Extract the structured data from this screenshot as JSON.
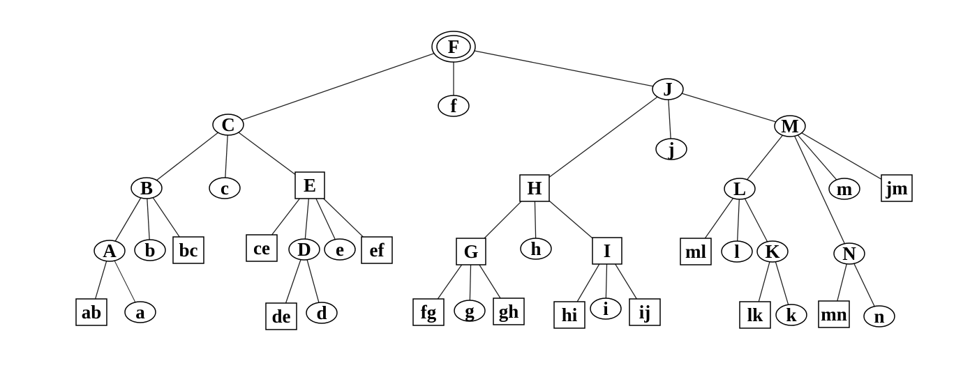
{
  "diagram": {
    "nodes": [
      {
        "id": "F",
        "label": "F",
        "shape": "double-ellipse"
      },
      {
        "id": "f",
        "label": "f",
        "shape": "ellipse"
      },
      {
        "id": "C",
        "label": "C",
        "shape": "ellipse"
      },
      {
        "id": "J",
        "label": "J",
        "shape": "ellipse"
      },
      {
        "id": "j",
        "label": "j",
        "shape": "ellipse"
      },
      {
        "id": "M",
        "label": "M",
        "shape": "ellipse"
      },
      {
        "id": "B",
        "label": "B",
        "shape": "ellipse"
      },
      {
        "id": "c",
        "label": "c",
        "shape": "ellipse"
      },
      {
        "id": "E",
        "label": "E",
        "shape": "box"
      },
      {
        "id": "H",
        "label": "H",
        "shape": "box"
      },
      {
        "id": "L",
        "label": "L",
        "shape": "ellipse"
      },
      {
        "id": "m",
        "label": "m",
        "shape": "ellipse"
      },
      {
        "id": "jm",
        "label": "jm",
        "shape": "box"
      },
      {
        "id": "A",
        "label": "A",
        "shape": "ellipse"
      },
      {
        "id": "b",
        "label": "b",
        "shape": "ellipse"
      },
      {
        "id": "bc",
        "label": "bc",
        "shape": "box"
      },
      {
        "id": "ce",
        "label": "ce",
        "shape": "box"
      },
      {
        "id": "D",
        "label": "D",
        "shape": "ellipse"
      },
      {
        "id": "e",
        "label": "e",
        "shape": "ellipse"
      },
      {
        "id": "ef",
        "label": "ef",
        "shape": "box"
      },
      {
        "id": "G",
        "label": "G",
        "shape": "box"
      },
      {
        "id": "h",
        "label": "h",
        "shape": "ellipse"
      },
      {
        "id": "I",
        "label": "I",
        "shape": "box"
      },
      {
        "id": "ml",
        "label": "ml",
        "shape": "box"
      },
      {
        "id": "l",
        "label": "l",
        "shape": "ellipse"
      },
      {
        "id": "K",
        "label": "K",
        "shape": "ellipse"
      },
      {
        "id": "N",
        "label": "N",
        "shape": "ellipse"
      },
      {
        "id": "ab",
        "label": "ab",
        "shape": "box"
      },
      {
        "id": "a",
        "label": "a",
        "shape": "ellipse"
      },
      {
        "id": "de",
        "label": "de",
        "shape": "box"
      },
      {
        "id": "d",
        "label": "d",
        "shape": "ellipse"
      },
      {
        "id": "fg",
        "label": "fg",
        "shape": "box"
      },
      {
        "id": "g",
        "label": "g",
        "shape": "ellipse"
      },
      {
        "id": "gh",
        "label": "gh",
        "shape": "box"
      },
      {
        "id": "hi",
        "label": "hi",
        "shape": "box"
      },
      {
        "id": "i",
        "label": "i",
        "shape": "ellipse"
      },
      {
        "id": "ij",
        "label": "ij",
        "shape": "box"
      },
      {
        "id": "lk",
        "label": "lk",
        "shape": "box"
      },
      {
        "id": "k",
        "label": "k",
        "shape": "ellipse"
      },
      {
        "id": "mn",
        "label": "mn",
        "shape": "box"
      },
      {
        "id": "n",
        "label": "n",
        "shape": "ellipse"
      }
    ],
    "edges": [
      [
        "F",
        "C"
      ],
      [
        "F",
        "f"
      ],
      [
        "F",
        "J"
      ],
      [
        "C",
        "B"
      ],
      [
        "C",
        "c"
      ],
      [
        "C",
        "E"
      ],
      [
        "J",
        "H"
      ],
      [
        "J",
        "j"
      ],
      [
        "J",
        "M"
      ],
      [
        "M",
        "L"
      ],
      [
        "M",
        "N"
      ],
      [
        "M",
        "m"
      ],
      [
        "M",
        "jm"
      ],
      [
        "B",
        "A"
      ],
      [
        "B",
        "b"
      ],
      [
        "B",
        "bc"
      ],
      [
        "A",
        "ab"
      ],
      [
        "A",
        "a"
      ],
      [
        "E",
        "ce"
      ],
      [
        "E",
        "D"
      ],
      [
        "E",
        "e"
      ],
      [
        "E",
        "ef"
      ],
      [
        "D",
        "de"
      ],
      [
        "D",
        "d"
      ],
      [
        "H",
        "G"
      ],
      [
        "H",
        "h"
      ],
      [
        "H",
        "I"
      ],
      [
        "G",
        "fg"
      ],
      [
        "G",
        "g"
      ],
      [
        "G",
        "gh"
      ],
      [
        "I",
        "hi"
      ],
      [
        "I",
        "i"
      ],
      [
        "I",
        "ij"
      ],
      [
        "L",
        "ml"
      ],
      [
        "L",
        "l"
      ],
      [
        "L",
        "K"
      ],
      [
        "K",
        "lk"
      ],
      [
        "K",
        "k"
      ],
      [
        "N",
        "mn"
      ],
      [
        "N",
        "n"
      ]
    ]
  }
}
